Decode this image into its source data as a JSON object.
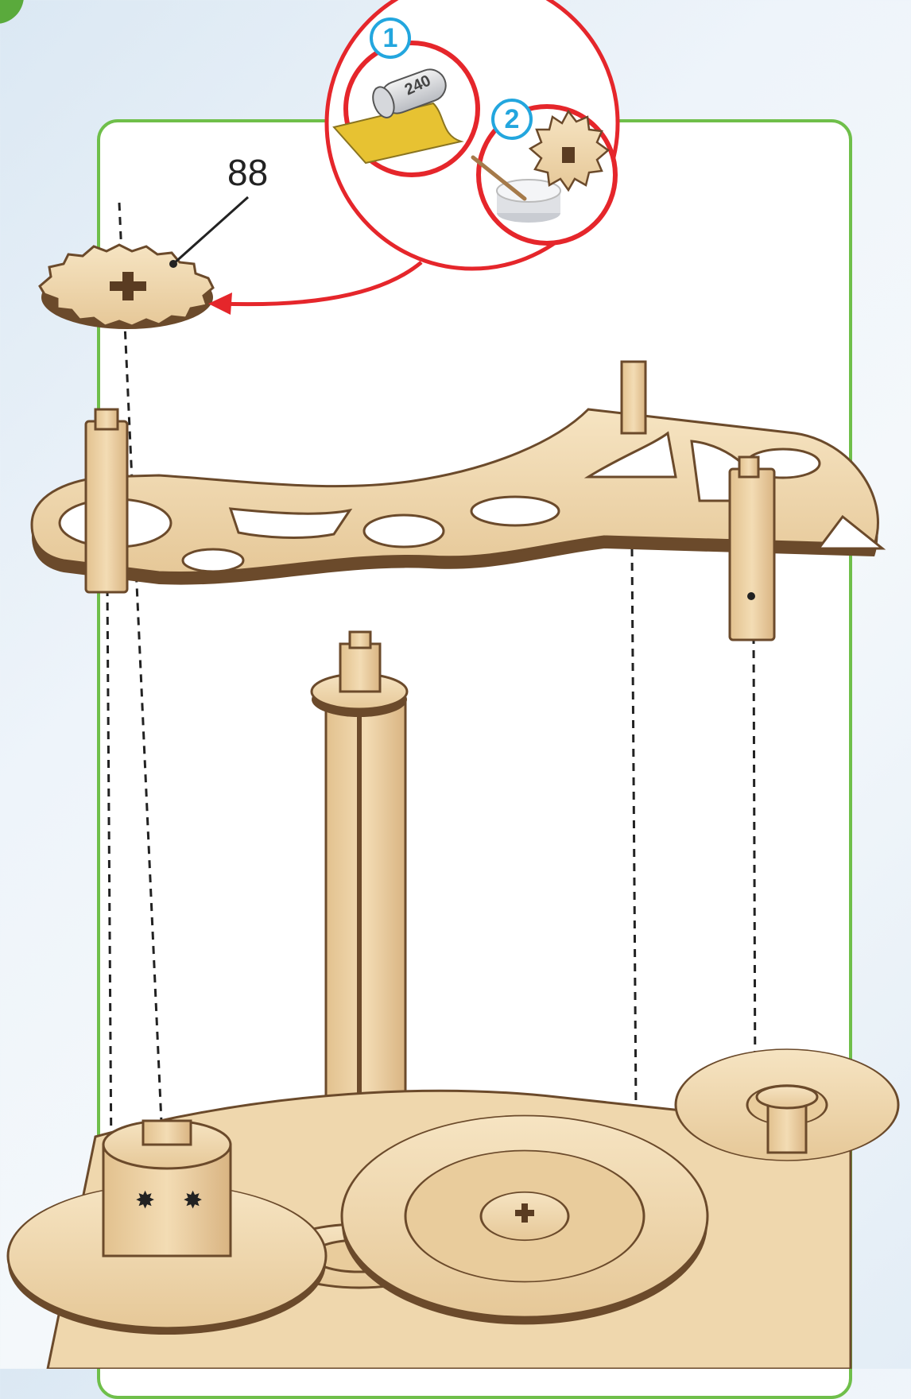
{
  "part_number": "88",
  "steps": [
    {
      "number": "1",
      "tool": "sandpaper-roll",
      "grit": "240"
    },
    {
      "number": "2",
      "tool": "wax-and-toothpick"
    }
  ],
  "colors": {
    "panel_border": "#6fbf4a",
    "callout_red": "#e5262b",
    "badge_blue": "#23a6de",
    "wood_light": "#f3dcb4",
    "wood_edge": "#6b4a2b",
    "sandpaper": "#e7c232"
  }
}
